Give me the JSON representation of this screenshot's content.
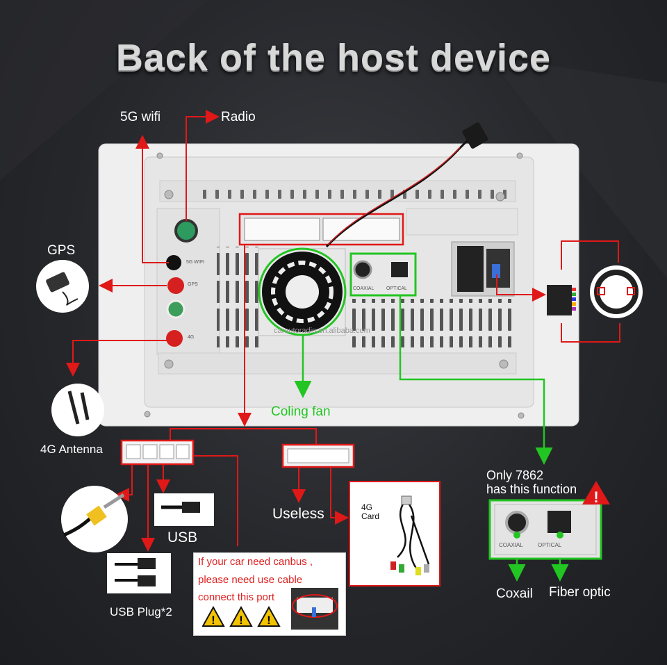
{
  "title": "Back of the host device",
  "labels": {
    "wifi5g": "5G  wifi",
    "radio": "Radio",
    "gps": "GPS",
    "antenna4g": "4G Antenna",
    "coling_fan": "Coling fan",
    "useless": "Useless",
    "usb": "USB",
    "usb_plug": "USB Plug*2",
    "card4g": "4G\nCard",
    "only_line1": "Only 7862",
    "only_line2": "has this function",
    "coxail": "Coxail",
    "fiber": "Fiber optic"
  },
  "canbus": {
    "line1": "If your car need canbus ,",
    "line2": "please need use cable",
    "line3": "connect this port"
  },
  "panel_marks": {
    "port_5g": "5G WIFI",
    "port_gps": "GPS",
    "port_4g": "4G",
    "coaxial": "COAXIAL",
    "optical": "OPTICAL",
    "watermark": "carautoradio.en.alibaba.com"
  },
  "colors": {
    "red": "#e01818",
    "green": "#22c522",
    "panel": "#eeeeee"
  }
}
